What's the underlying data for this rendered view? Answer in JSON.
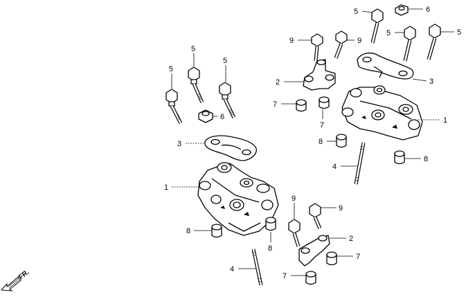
{
  "labels": {
    "l1a": "1",
    "l1b": "1",
    "l2a": "2",
    "l2b": "2",
    "l3a": "3",
    "l3b": "3",
    "l4a": "4",
    "l4b": "4",
    "l5a": "5",
    "l5b": "5",
    "l5c": "5",
    "l5d": "5",
    "l5e": "5",
    "l5f": "5",
    "l6a": "6",
    "l6b": "6",
    "l7a": "7",
    "l7b": "7",
    "l7c": "7",
    "l7d": "7",
    "l8a": "8",
    "l8b": "8",
    "l8c": "8",
    "l8d": "8",
    "l9a": "9",
    "l9b": "9",
    "l9c": "9",
    "l9d": "9"
  },
  "direction": "FR."
}
